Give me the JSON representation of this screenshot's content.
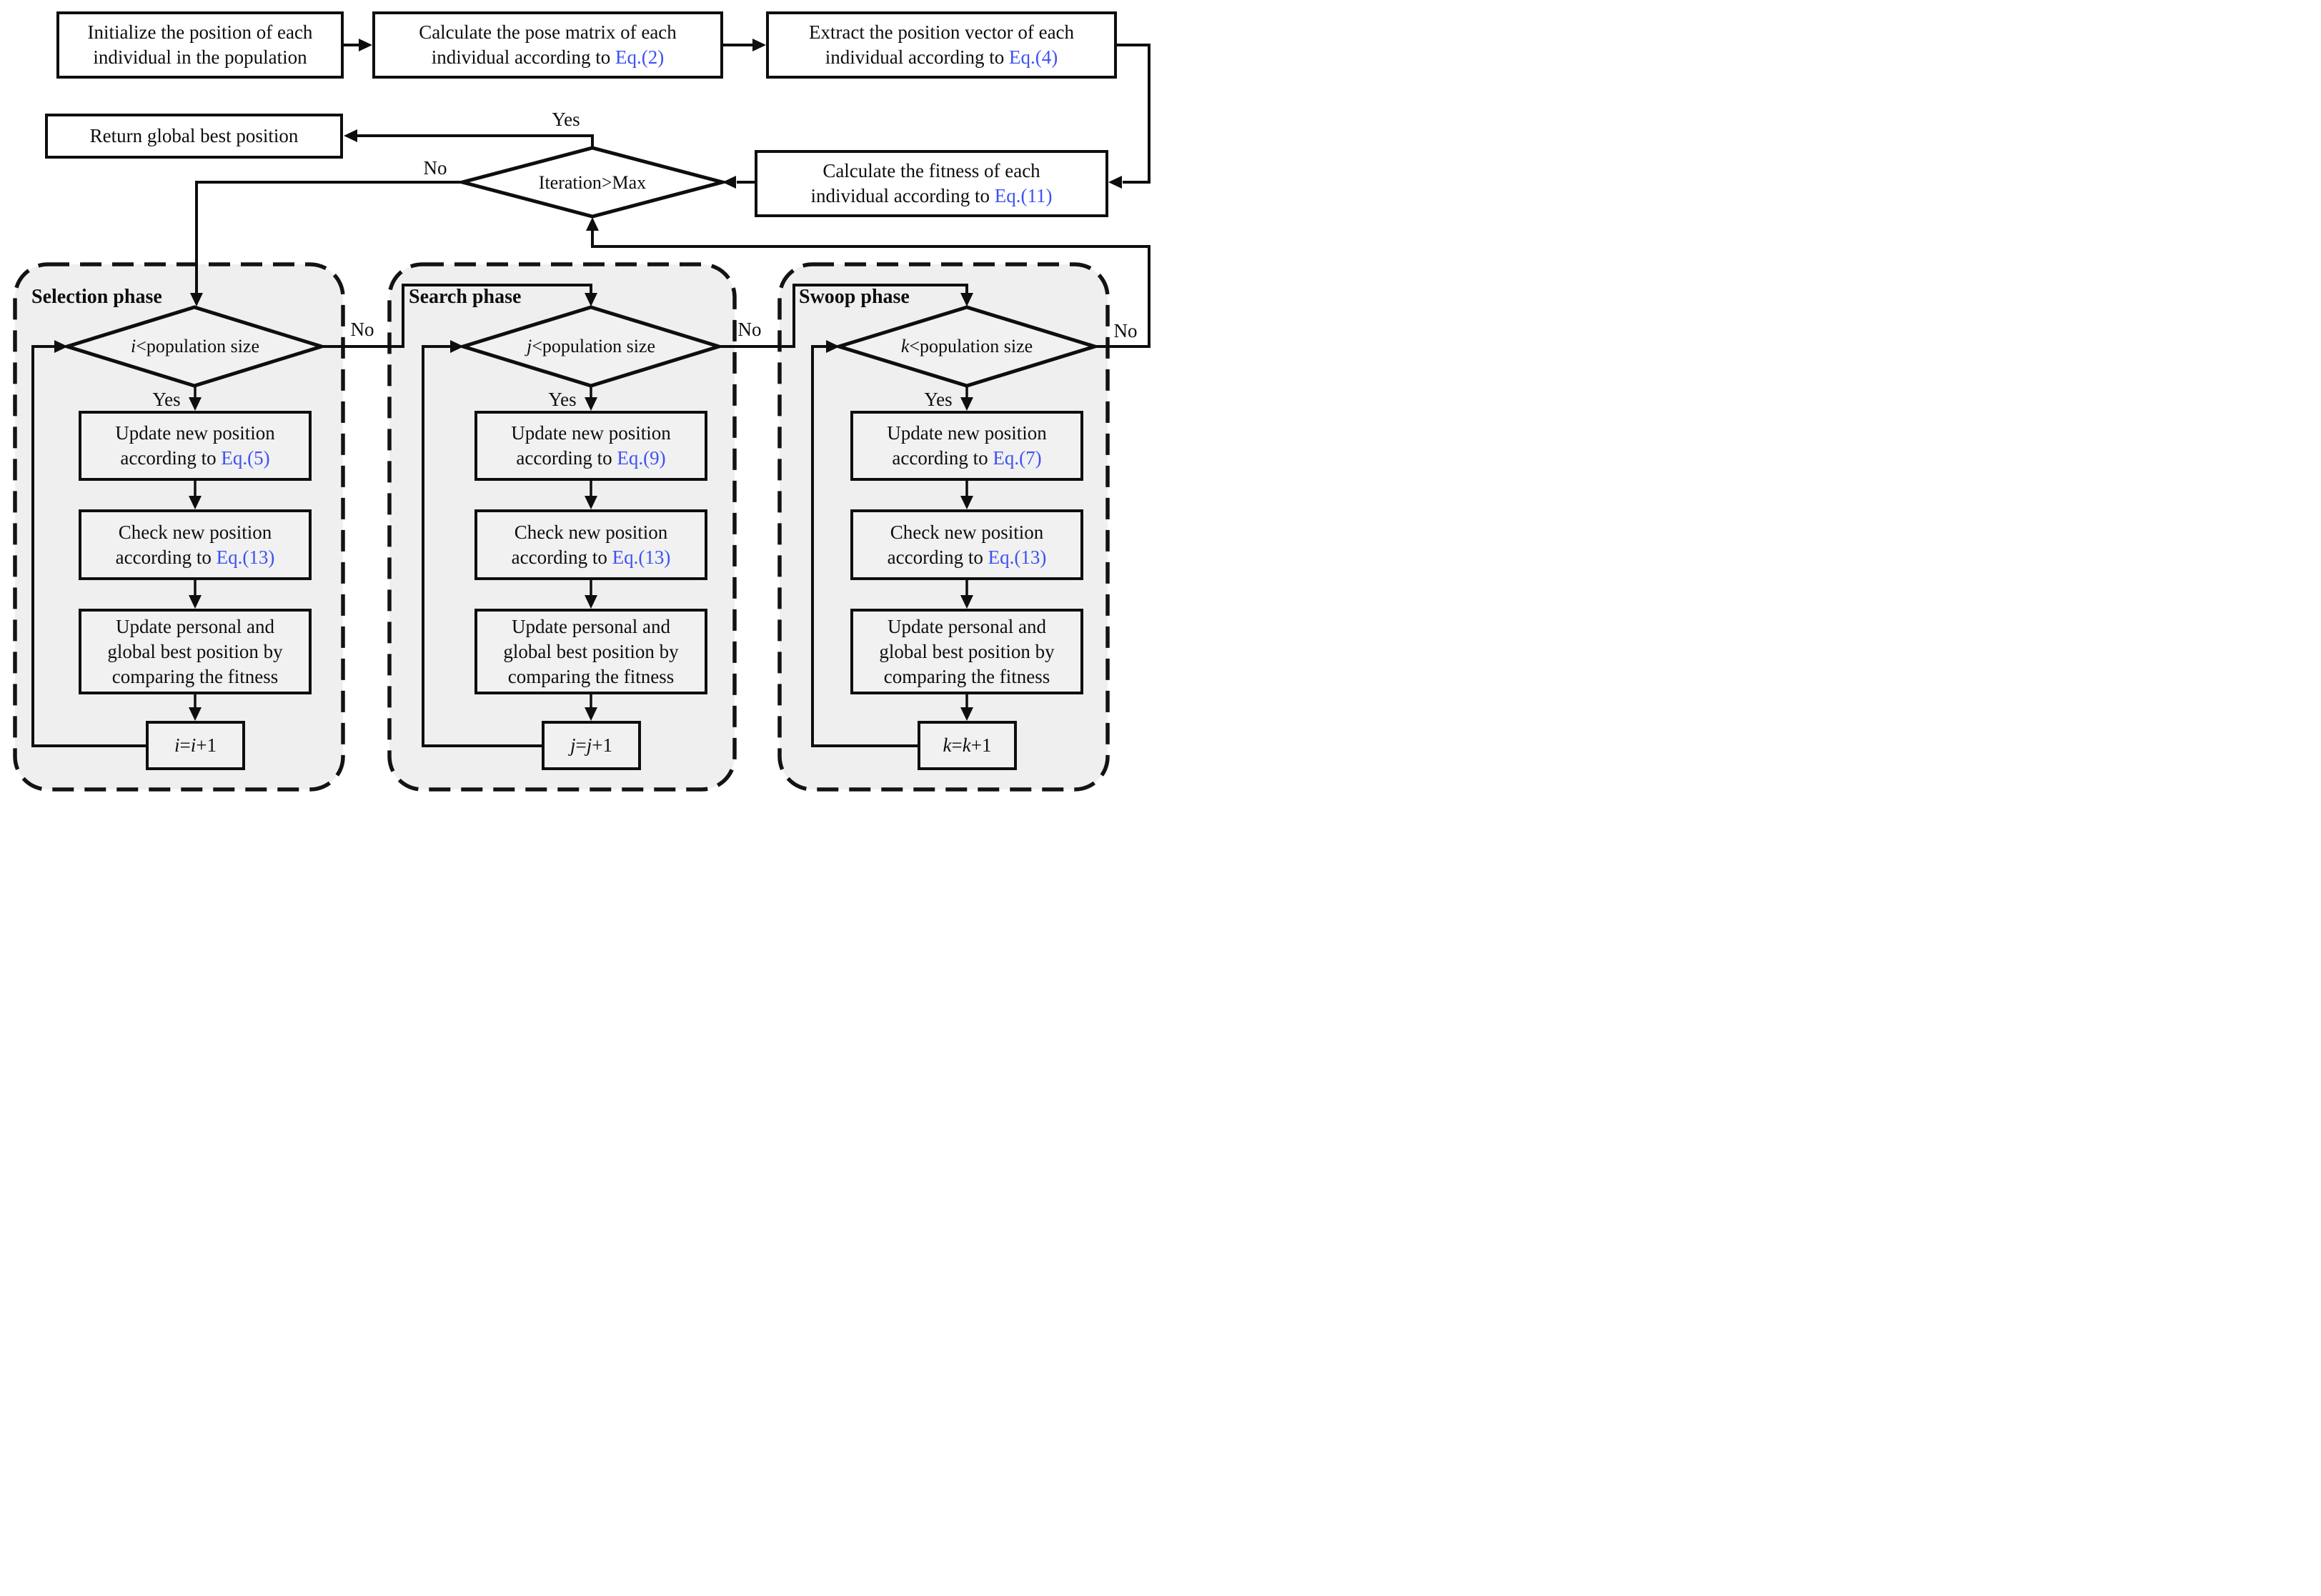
{
  "figure": {
    "colors": {
      "accent": "#3d52f1",
      "phase_fill": "#efefef",
      "line": "#0e0e0e",
      "background": "#ffffff"
    }
  },
  "labels": {
    "yes": "Yes",
    "no": "No"
  },
  "nodes": {
    "init": {
      "line1": "Initialize the position of each",
      "line2": "individual in the population"
    },
    "pose": {
      "line1": "Calculate the pose matrix of each",
      "prefix": "individual according to ",
      "eq": "Eq.(2)"
    },
    "extract": {
      "line1": "Extract the position vector of each",
      "prefix": "individual according to ",
      "eq": "Eq.(4)"
    },
    "return_best": {
      "text": "Return global best position"
    },
    "iteration": {
      "text": "Iteration>Max"
    },
    "fitness": {
      "line1": "Calculate the fitness of each",
      "prefix": "individual according to ",
      "eq": "Eq.(11)"
    }
  },
  "phases": [
    {
      "title": "Selection phase",
      "var": "i",
      "cond_rest": "<population size",
      "update": {
        "line1": "Update new position",
        "prefix": "according to ",
        "eq": "Eq.(5)"
      },
      "check": {
        "line1": "Check new position",
        "prefix": "according to ",
        "eq": "Eq.(13)"
      },
      "best": {
        "line1": "Update personal and",
        "line2": "global best position by",
        "line3": "comparing the fitness"
      },
      "counter": {
        "eq": "=",
        "plus": "+1"
      }
    },
    {
      "title": "Search phase",
      "var": "j",
      "cond_rest": "<population size",
      "update": {
        "line1": "Update new position",
        "prefix": "according to ",
        "eq": "Eq.(9)"
      },
      "check": {
        "line1": "Check new position",
        "prefix": "according to ",
        "eq": "Eq.(13)"
      },
      "best": {
        "line1": "Update personal and",
        "line2": "global best position by",
        "line3": "comparing the fitness"
      },
      "counter": {
        "eq": "=",
        "plus": "+1"
      }
    },
    {
      "title": "Swoop phase",
      "var": "k",
      "cond_rest": "<population size",
      "update": {
        "line1": "Update new position",
        "prefix": "according to ",
        "eq": "Eq.(7)"
      },
      "check": {
        "line1": "Check new position",
        "prefix": "according to ",
        "eq": "Eq.(13)"
      },
      "best": {
        "line1": "Update personal and",
        "line2": "global best position by",
        "line3": "comparing the fitness"
      },
      "counter": {
        "eq": "=",
        "plus": "+1"
      }
    }
  ]
}
